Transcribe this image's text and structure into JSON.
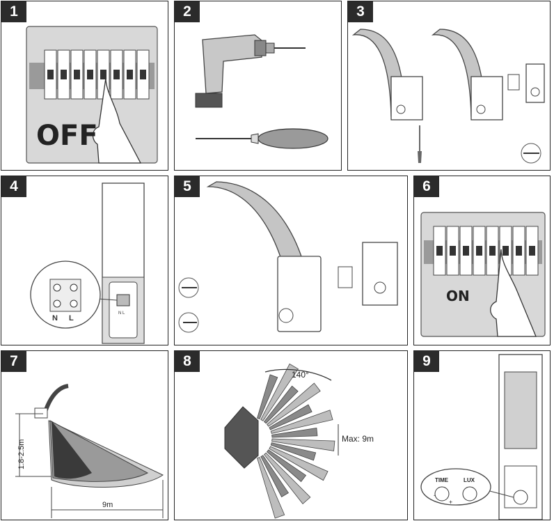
{
  "steps": [
    {
      "number": "1",
      "label": "OFF"
    },
    {
      "number": "2"
    },
    {
      "number": "3"
    },
    {
      "number": "4",
      "terminal_n": "N",
      "terminal_l": "L",
      "plate_text": "N  L"
    },
    {
      "number": "5"
    },
    {
      "number": "6",
      "label": "ON"
    },
    {
      "number": "7",
      "height_label": "1.8-2.5m",
      "distance_label": "9m"
    },
    {
      "number": "8",
      "angle_label": "140°",
      "range_label": "Max: 9m"
    },
    {
      "number": "9",
      "time_label": "TIME",
      "lux_label": "LUX",
      "plus_sign": "+",
      "minus_sign": "-"
    }
  ]
}
